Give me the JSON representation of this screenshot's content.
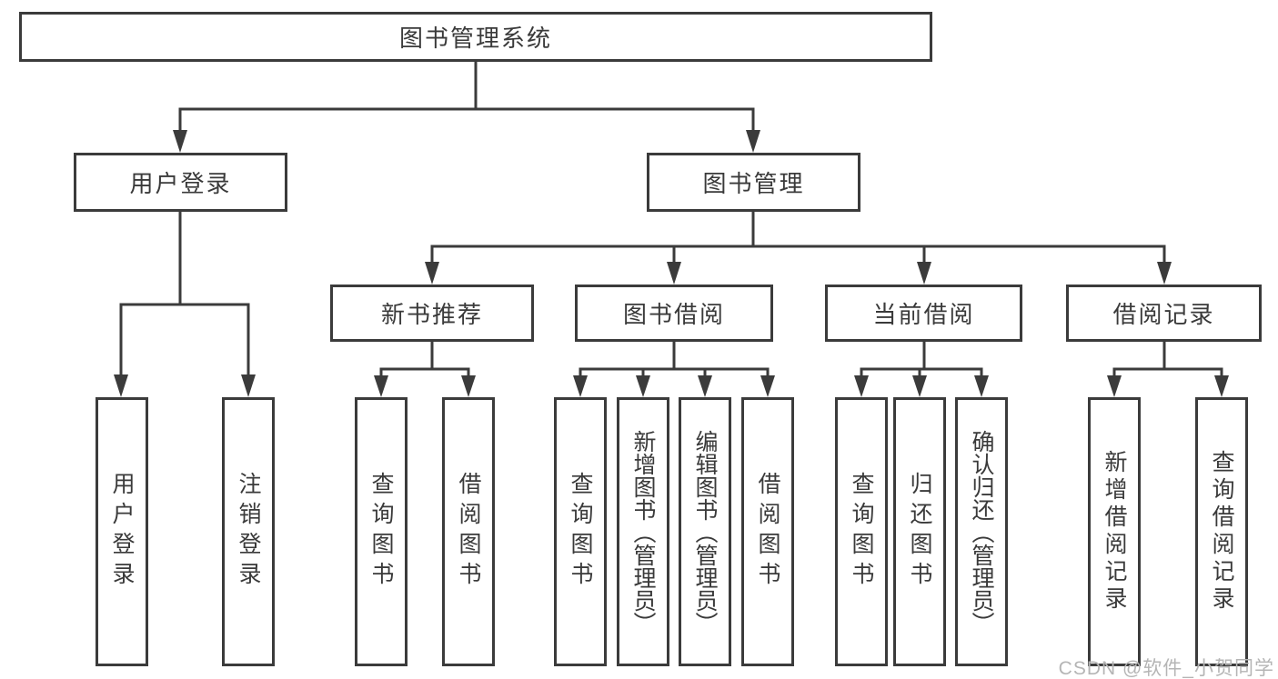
{
  "diagram_title": "图书管理系统",
  "tree": {
    "root": {
      "label": "图书管理系统"
    },
    "children": [
      {
        "label": "用户登录",
        "children": [
          {
            "label": "用户登录"
          },
          {
            "label": "注销登录"
          }
        ]
      },
      {
        "label": "图书管理",
        "children": [
          {
            "label": "新书推荐",
            "children": [
              {
                "label": "查询图书"
              },
              {
                "label": "借阅图书"
              }
            ]
          },
          {
            "label": "图书借阅",
            "children": [
              {
                "label": "查询图书"
              },
              {
                "label": "新增图书（管理员）"
              },
              {
                "label": "编辑图书（管理员）"
              },
              {
                "label": "借阅图书"
              }
            ]
          },
          {
            "label": "当前借阅",
            "children": [
              {
                "label": "查询图书"
              },
              {
                "label": "归还图书"
              },
              {
                "label": "确认归还（管理员）"
              }
            ]
          },
          {
            "label": "借阅记录",
            "children": [
              {
                "label": "新增借阅记录"
              },
              {
                "label": "查询借阅记录"
              }
            ]
          }
        ]
      }
    ]
  },
  "watermark": {
    "text": "CSDN @软件_小贺同学"
  },
  "colors": {
    "line": "#3b3b3b",
    "text": "#3a3a3a",
    "watermark": "#b5b5b5",
    "background": "#ffffff"
  }
}
